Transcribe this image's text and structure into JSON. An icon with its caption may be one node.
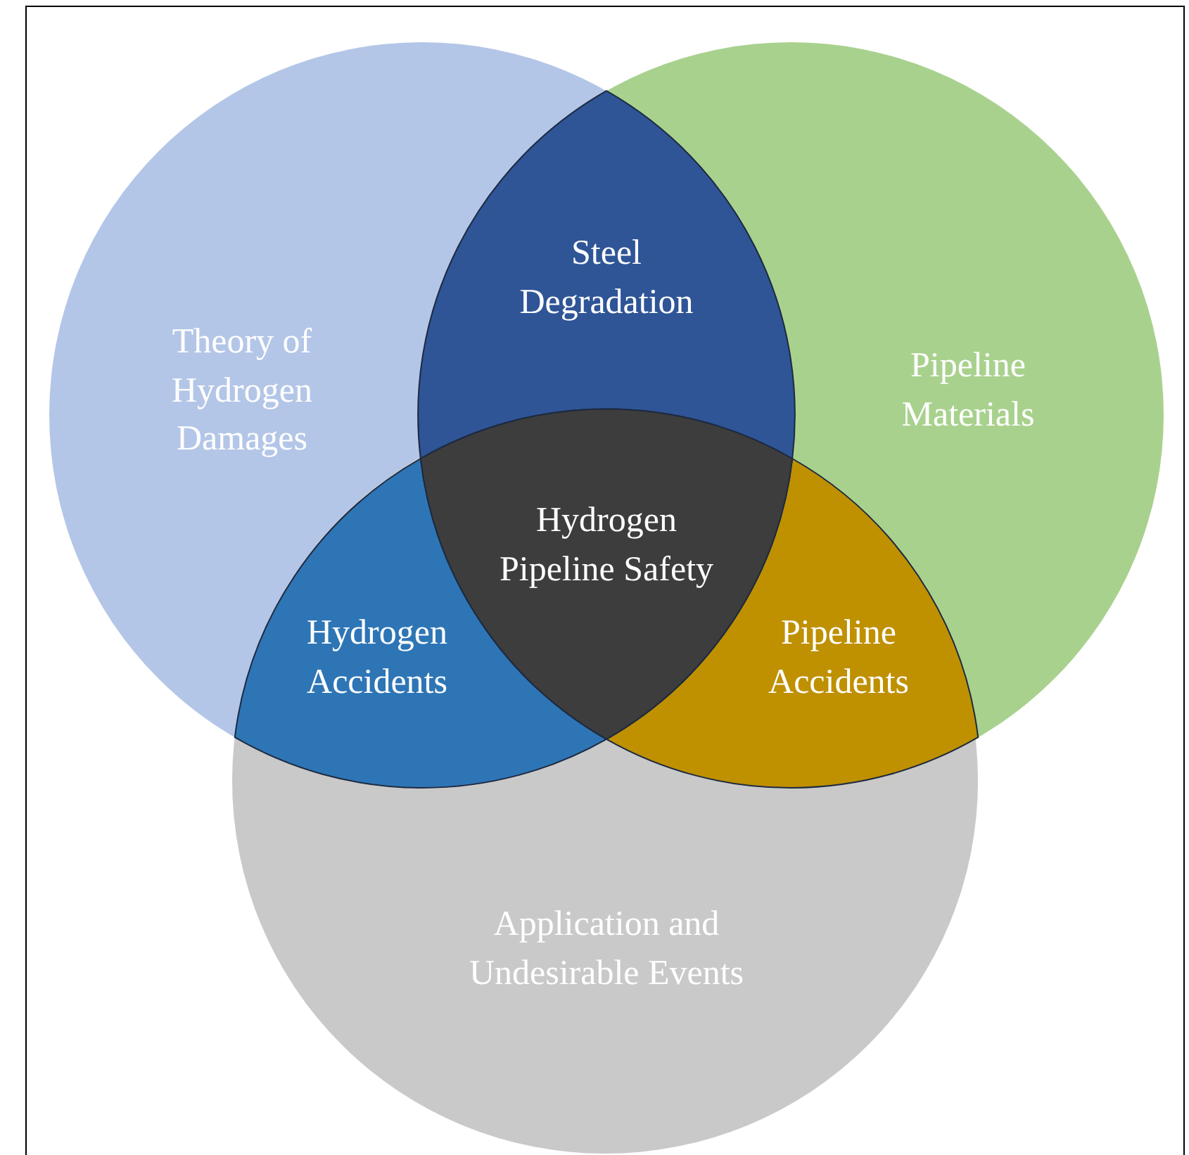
{
  "diagram": {
    "nodes": [
      {
        "text": [
          "Theory of Hydrogen Damages"
        ]
      },
      {
        "text": [
          "Pipeline Materials"
        ]
      },
      {
        "text": [
          "Application and Undesirable Events"
        ]
      },
      {
        "text": [
          "Steel Degradation"
        ]
      },
      {
        "text": [
          "Hydrogen Accidents"
        ]
      },
      {
        "text": [
          "Pipeline Accidents"
        ]
      },
      {
        "text": [
          "Hydrogen Pipeline Safety"
        ]
      }
    ]
  }
}
